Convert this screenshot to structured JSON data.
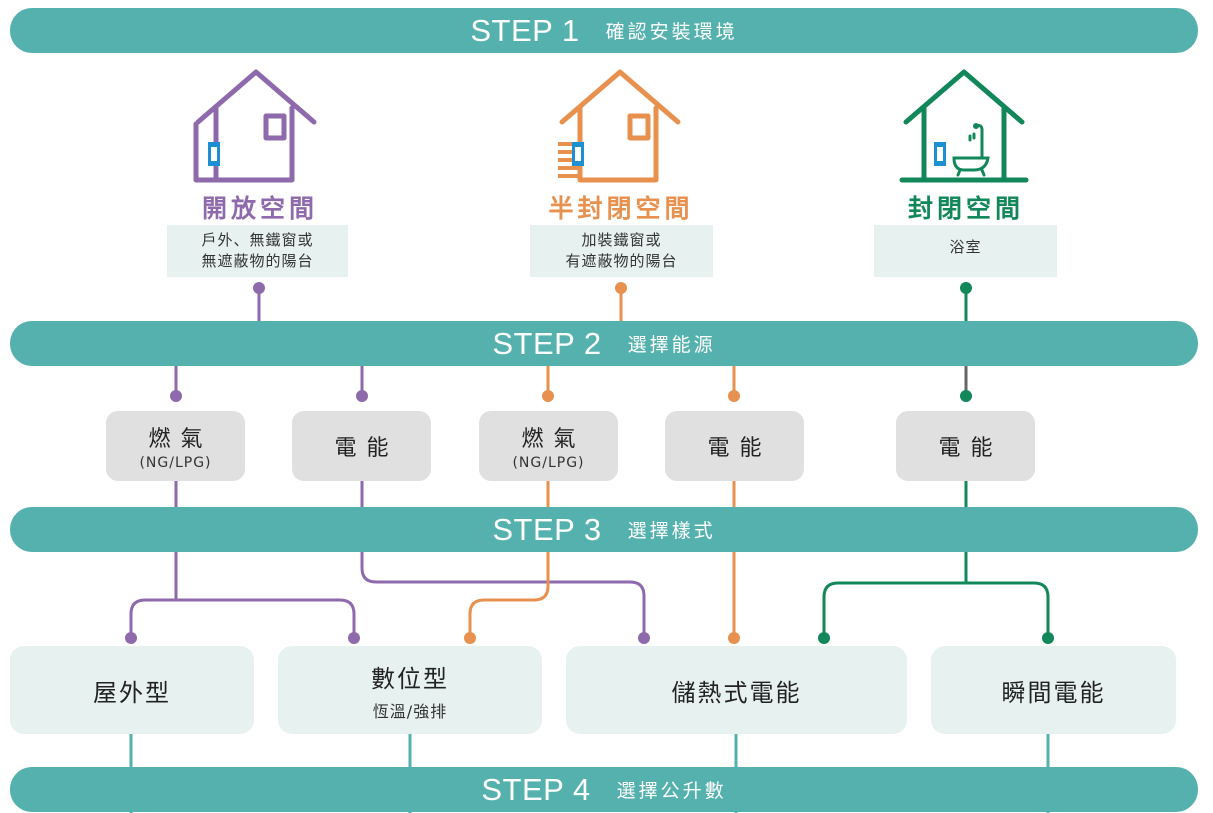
{
  "steps": [
    {
      "label": "STEP 1",
      "title": "確認安裝環境"
    },
    {
      "label": "STEP 2",
      "title": "選擇能源"
    },
    {
      "label": "STEP 3",
      "title": "選擇樣式"
    },
    {
      "label": "STEP 4",
      "title": "選擇公升數"
    }
  ],
  "spaces": [
    {
      "title": "開放空間",
      "desc": [
        "戶外、無鐵窗或",
        "無遮蔽物的陽台"
      ],
      "color": "#8e6aac"
    },
    {
      "title": "半封閉空間",
      "desc": [
        "加裝鐵窗或",
        "有遮蔽物的陽台"
      ],
      "color": "#e8914f"
    },
    {
      "title": "封閉空間",
      "desc": [
        "浴室"
      ],
      "color": "#11875a"
    }
  ],
  "energies": [
    {
      "main": "燃氣",
      "sub": "(NG/LPG)"
    },
    {
      "main": "電能",
      "sub": ""
    },
    {
      "main": "燃氣",
      "sub": "(NG/LPG)"
    },
    {
      "main": "電能",
      "sub": ""
    },
    {
      "main": "電能",
      "sub": ""
    }
  ],
  "styles": [
    {
      "main": "屋外型",
      "sub": ""
    },
    {
      "main": "數位型",
      "sub": "恆溫/強排"
    },
    {
      "main": "儲熱式電能",
      "sub": ""
    },
    {
      "main": "瞬間電能",
      "sub": ""
    }
  ],
  "colors": {
    "teal": "#55b1ad",
    "purple": "#8e6aac",
    "orange": "#e8914f",
    "green": "#11875a",
    "blue": "#1d8fd3",
    "gray": "#666666"
  }
}
